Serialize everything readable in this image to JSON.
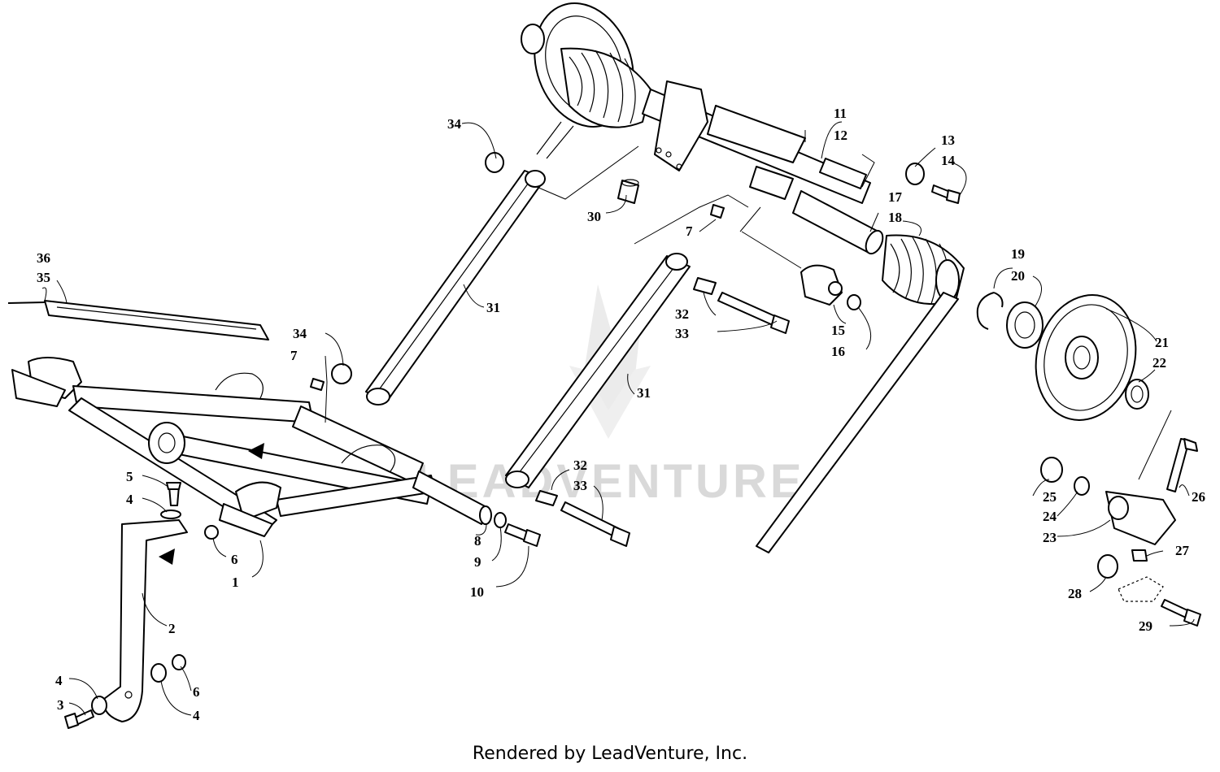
{
  "watermark": "LEADVENTURE",
  "footer": "Rendered by LeadVenture, Inc.",
  "callouts": [
    "1",
    "2",
    "3",
    "4",
    "4",
    "4",
    "5",
    "6",
    "6",
    "7",
    "7",
    "8",
    "9",
    "10",
    "11",
    "12",
    "13",
    "14",
    "15",
    "16",
    "17",
    "18",
    "19",
    "20",
    "21",
    "22",
    "23",
    "24",
    "25",
    "26",
    "27",
    "28",
    "29",
    "30",
    "31",
    "31",
    "32",
    "32",
    "33",
    "33",
    "34",
    "34",
    "35",
    "36"
  ],
  "colors": {
    "line": "#000000",
    "watermark": "#d9d9d9",
    "background": "#ffffff"
  }
}
